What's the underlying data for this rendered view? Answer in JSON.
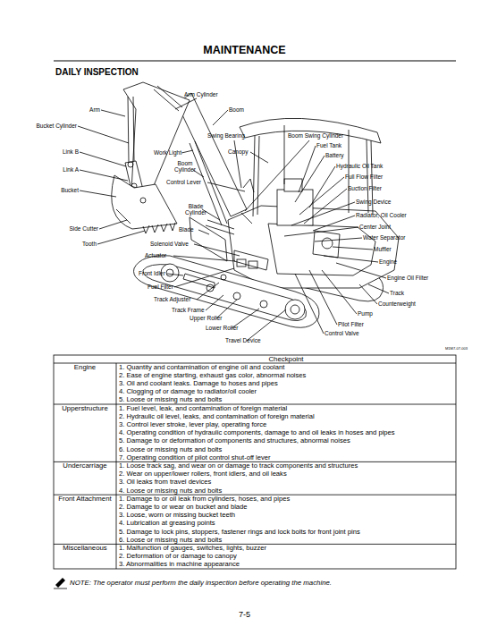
{
  "diagram": {
    "title": "MAINTENANCE",
    "labels": [
      "DAILY INSPECTION",
      "Arm Cylinder",
      "Arm",
      "Boom",
      "Bucket Cylinder",
      "Swing Bearing",
      "Boom Swing Cylinder",
      "Fuel Tank",
      "Link B",
      "Work Light",
      "Canopy",
      "Battery",
      "Hydraulic Oil Tank",
      "Boom Cylinder",
      "Link A",
      "Full Flow Filter",
      "Control Lever",
      "Suction Filter",
      "Bucket",
      "Swing Device",
      "Blade Cylinder",
      "Radiator, Oil Cooler",
      "Center Joint",
      "Side Cutter",
      "Blade",
      "Water Separator",
      "Tooth",
      "Solenoid Valve",
      "Muffler",
      "Actuator",
      "Engine",
      "Front Idler",
      "Engine Oil Filter",
      "Fuel Filter",
      "Track",
      "Counterweight",
      "Track Adjuster",
      "Track Frame",
      "Pump",
      "Upper Roller",
      "Lower Roller",
      "Pilot Filter",
      "Control Valve",
      "Travel Device",
      "M1M7-07-003",
      "Checkpoint",
      "Engine",
      "1. Quantity and contamination of engine oil and coolant",
      "2. Ease of engine starting, exhaust gas color, abnormal noises",
      "3. Oil and coolant leaks. Damage to hoses and pipes",
      "4. Clogging of or damage to radiator/oil cooler",
      "5. Loose or missing nuts and bolts",
      "Upperstructure",
      "1. Fuel level, leak, and contamination of foreign material",
      "2. Hydraulic oil level, leaks, and contamination of foreign material",
      "3. Control lever stroke, lever play, operating force",
      "4. Operating condition of hydraulic components, damage to and oil leaks in hoses and pipes",
      "5. Damage to or deformation of components and structures, abnormal noises",
      "6. Loose or missing nuts and bolts",
      "7. Operating condition of pilot control shut-off lever",
      "Undercarriage",
      "1. Loose track sag, and wear on or damage to track components and structures",
      "2. Wear on upper/lower rollers, front idlers, and oil leaks",
      "3. Oil leaks from travel devices",
      "4. Loose or missing nuts and bolts",
      "Front Attachment",
      "1. Damage to or oil leak from cylinders, hoses, and pipes",
      "2. Damage to or wear on bucket and blade",
      "3. Loose, worn or missing bucket teeth",
      "4. Lubrication at greasing points",
      "5. Damage to lock pins, stoppers, fastener rings and lock bolts for front joint pins",
      "6. Loose or missing nuts and bolts",
      "Miscellaneous",
      "1. Malfunction of gauges, switches, lights, buzzer",
      "2. Deformation of or damage to canopy",
      "3. Abnormalities in machine appearance",
      "NOTE: The operator must perform the daily inspection before operating the machine.",
      "7-5"
    ]
  }
}
